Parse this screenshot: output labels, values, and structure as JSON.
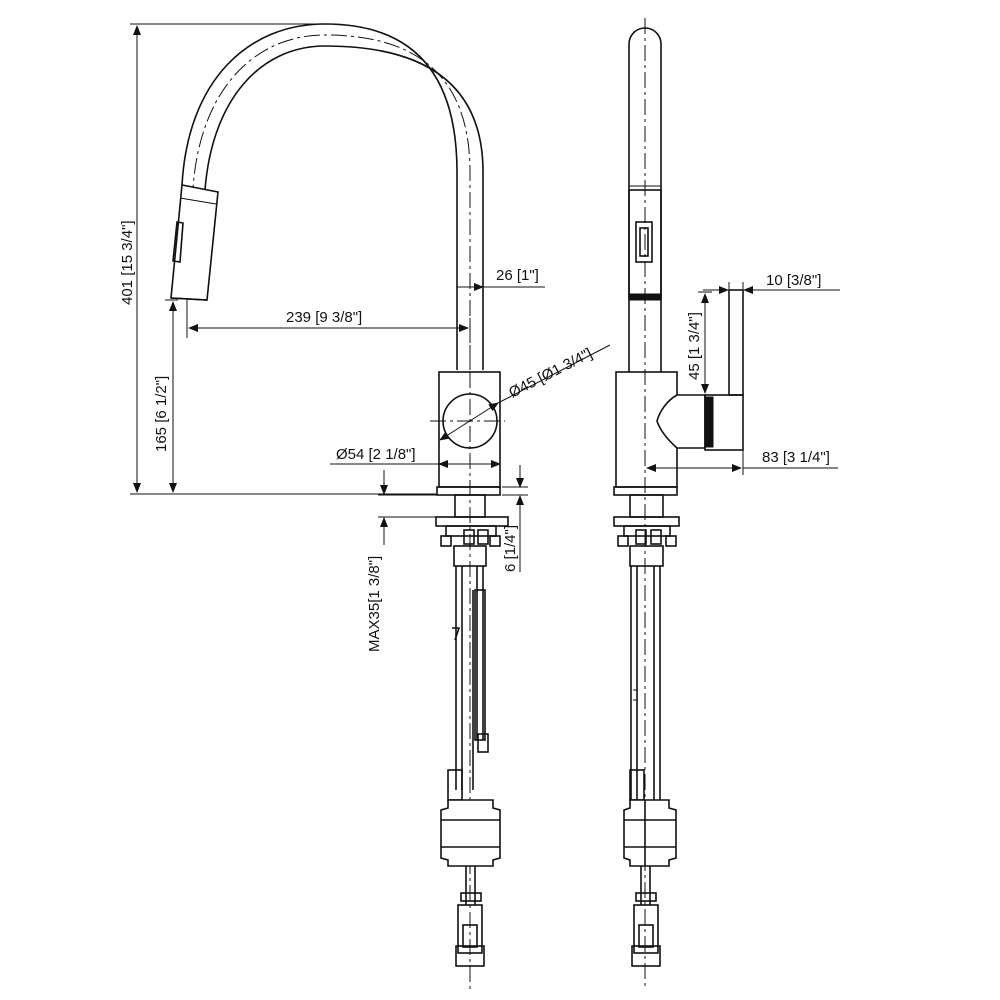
{
  "dimensions": {
    "overall_height": "401 [15 3/4\"]",
    "spout_height": "165 [6 1/2\"]",
    "spout_reach": "239 [9 3/8\"]",
    "spout_tube_dia": "26 [1\"]",
    "handle_dia": "Ø45 [Ø1 3/4\"]",
    "base_dia": "Ø54 [2 1/8\"]",
    "deck_thickness": "MAX35[1 3/8\"]",
    "gasket": "6 [1/4\"]",
    "handle_lever": "10 [3/8\"]",
    "handle_height": "45 [1 3/4\"]",
    "handle_reach": "83 [3 1/4\"]"
  },
  "colors": {
    "line": "#111111",
    "background": "#ffffff"
  }
}
